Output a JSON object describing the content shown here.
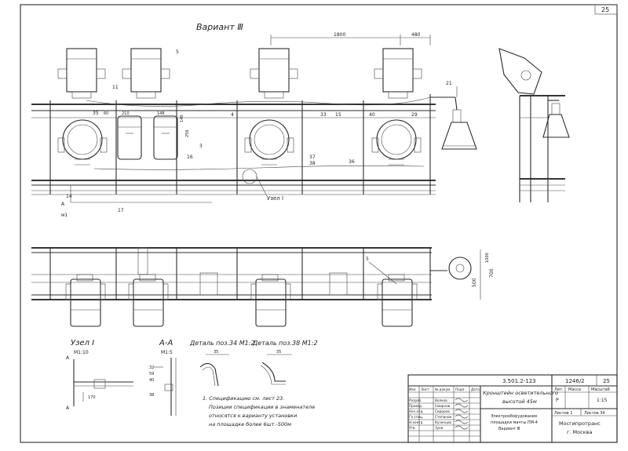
{
  "sheet": {
    "page_number": "25",
    "variant_title": "Вариант Ⅲ"
  },
  "front_view": {
    "dims": {
      "d1800": "1800",
      "d480": "480",
      "d210": "210",
      "d148": "148",
      "d140": "140",
      "d256": "256",
      "d60": "60"
    },
    "positions": {
      "p5": "5",
      "p11": "11",
      "p21": "21",
      "p4": "4",
      "p40": "40",
      "p33": "33",
      "p15": "15",
      "p29": "29",
      "p3": "3",
      "p16": "16",
      "p37": "37",
      "p38": "38",
      "p36": "36",
      "p17": "17",
      "p35": "35",
      "p14": "14"
    },
    "node_label": "Узел Ⅰ",
    "marks": {
      "a": "А",
      "m10": "м1"
    }
  },
  "plan_view": {
    "dims": {
      "d700": "700",
      "d500": "500",
      "d1000": "1000"
    },
    "positions": {
      "p5": "5"
    }
  },
  "details": {
    "node1": {
      "title": "Узел Ⅰ",
      "scale": "М1:10",
      "cut": "А",
      "dim": "170"
    },
    "section_aa": {
      "title": "А-А",
      "scale": "М1:5",
      "d32": "32",
      "d59": "59",
      "d40": "40",
      "d38": "38"
    },
    "detail34": {
      "title": "Деталь поз.34  М1:2",
      "dim": "35"
    },
    "detail38": {
      "title": "Деталь поз.38  М1:2",
      "dim": "35"
    }
  },
  "notes": {
    "line1": "1. Спецификацию см. лист 23.",
    "line2": "Позиции спецификации в знаменателе",
    "line3": "относятся к варианту установки",
    "line4": "на площадке более 6шт.-500м"
  },
  "title_block": {
    "doc_code": "3.501.2-123",
    "sheet_code": "1246/2",
    "sheet_no": "25",
    "name_line1": "Кронштейн осветительного",
    "name_line2": "высотой 45м",
    "desc_line1": "Электрооборудование",
    "desc_line2": "площадки мачты ПМ-4",
    "desc_line3": "Вариант Ⅲ",
    "stage_hdr": "Лит.",
    "mass_hdr": "Масса",
    "scale_hdr": "Масштаб",
    "stage_val": "Р",
    "scale_val": "1:15",
    "sheet_hdr": "Листов 1",
    "sheets_hdr": "Листов 34",
    "org_line1": "Мосгипротранс",
    "org_line2": "г. Москва",
    "roles": [
      "Разраб.",
      "Провер.",
      "Нач.отд.",
      "Гл.спец.",
      "Н.контр.",
      "Утв."
    ],
    "names": [
      "Волков",
      "Смирнов",
      "Сидоров",
      "Степанов",
      "Кузнецов",
      "Зуев"
    ],
    "hdr_izm": "Изм",
    "hdr_list": "Лист",
    "hdr_doc": "№ докум.",
    "hdr_sign": "Подп.",
    "hdr_date": "Дата"
  }
}
